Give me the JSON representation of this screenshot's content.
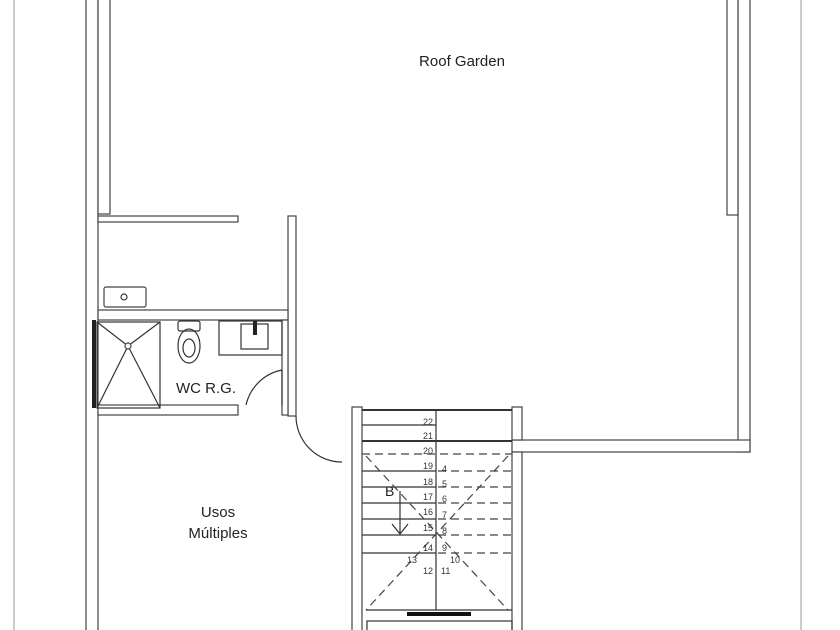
{
  "rooms": {
    "roof_garden": "Roof Garden",
    "wc": "WC R.G.",
    "usos_line1": "Usos",
    "usos_line2": "Múltiples"
  },
  "stairs": {
    "marker": "B",
    "left_steps": [
      "22",
      "21",
      "20",
      "19",
      "18",
      "17",
      "16",
      "15",
      "14",
      "13",
      "12"
    ],
    "right_steps": [
      "4",
      "5",
      "6",
      "7",
      "8",
      "9",
      "10",
      "11"
    ]
  }
}
